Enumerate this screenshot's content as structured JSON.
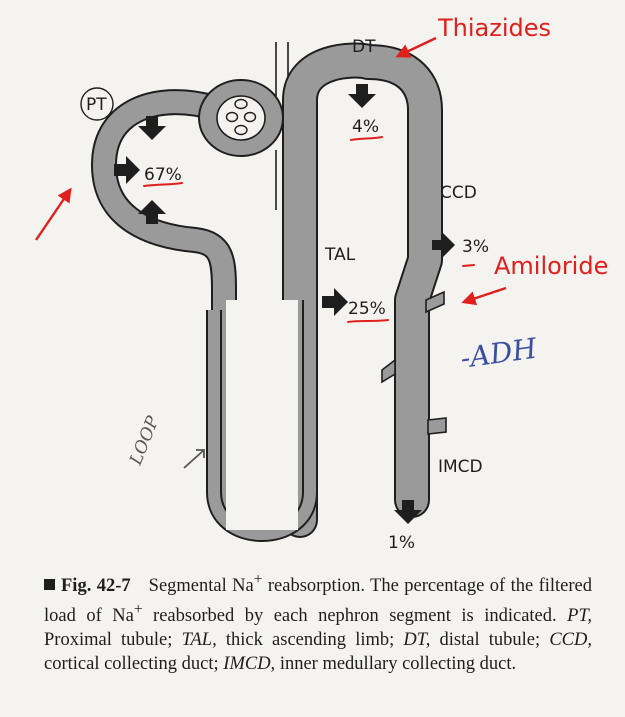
{
  "figure": {
    "segments": {
      "pt": "PT",
      "dt": "DT",
      "tal": "TAL",
      "ccd": "CCD",
      "imcd": "IMCD"
    },
    "reabsorption": {
      "pt": "67%",
      "dt": "4%",
      "tal": "25%",
      "ccd": "3%",
      "excreted": "1%"
    },
    "annotations": {
      "thiazides": "Thiazides",
      "amiloride": "Amiloride",
      "adh": "-ADH",
      "loop": "LOOP"
    },
    "colors": {
      "tubule_fill": "#9a9a9a",
      "tubule_outline": "#1e1e1e",
      "annotation_red": "#e0201c",
      "handwriting_blue": "#3b4fa0"
    }
  },
  "caption": {
    "fig_label": "Fig. 42-7",
    "text_1": "Segmental Na",
    "sup_1": "+",
    "text_2": " reabsorption. The percentage of the filtered load of Na",
    "sup_2": "+",
    "text_3": " reabsorbed by each nephron segment is indicated. ",
    "abbr_pt": "PT,",
    "def_pt": " Proximal tubule; ",
    "abbr_tal": "TAL,",
    "def_tal": " thick ascending limb; ",
    "abbr_dt": "DT,",
    "def_dt": " distal tubule; ",
    "abbr_ccd": "CCD,",
    "def_ccd": " cortical collecting duct; ",
    "abbr_imcd": "IMCD,",
    "def_imcd": " inner medullary collecting duct."
  }
}
